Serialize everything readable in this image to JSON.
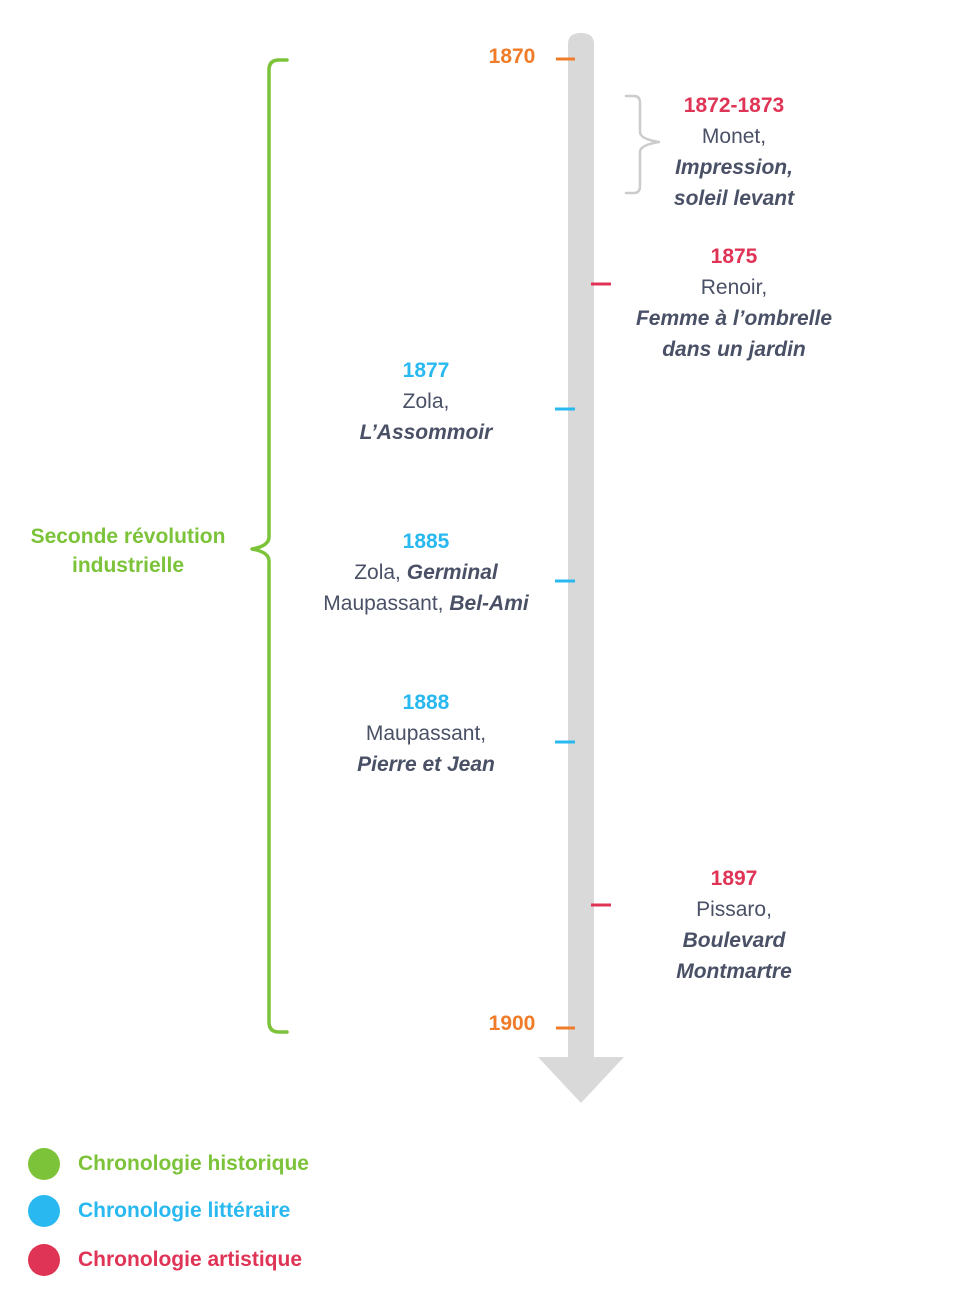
{
  "timeline": {
    "start_year": "1870",
    "end_year": "1900"
  },
  "period": {
    "label_line1": "Seconde révolution",
    "label_line2": "industrielle"
  },
  "events": {
    "e1872": {
      "year": "1872-1873",
      "line1": "Monet,",
      "line2": "Impression,",
      "line3": "soleil levant"
    },
    "e1875": {
      "year": "1875",
      "line1": "Renoir,",
      "line2": "Femme à l’ombrelle",
      "line3": "dans un jardin"
    },
    "e1877": {
      "year": "1877",
      "line1": "Zola,",
      "line2": "L’Assommoir"
    },
    "e1885": {
      "year": "1885",
      "l1_author": "Zola, ",
      "l1_title": "Germinal",
      "l2_author": "Maupassant, ",
      "l2_title": "Bel-Ami"
    },
    "e1888": {
      "year": "1888",
      "line1": "Maupassant,",
      "line2": "Pierre et Jean"
    },
    "e1897": {
      "year": "1897",
      "line1": "Pissaro,",
      "line2": "Boulevard",
      "line3": "Montmartre"
    }
  },
  "legend": [
    {
      "label": "Chronologie historique",
      "color": "#7cc33a"
    },
    {
      "label": "Chronologie littéraire",
      "color": "#29b9f0"
    },
    {
      "label": "Chronologie artistique",
      "color": "#e03456"
    }
  ],
  "colors": {
    "historical": "#f07c2a",
    "literary": "#29b9f0",
    "artistic": "#e03456",
    "period": "#7cc33a",
    "axis": "#d9d9d9"
  }
}
